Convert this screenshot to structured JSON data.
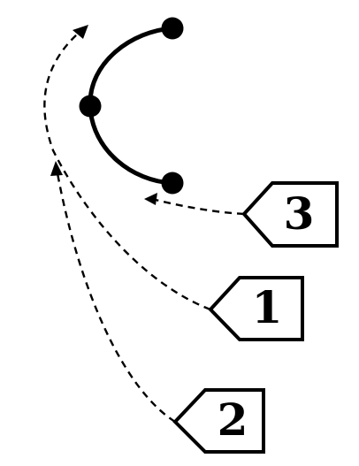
{
  "callouts": [
    {
      "id": "3",
      "text": "3"
    },
    {
      "id": "1",
      "text": "1"
    },
    {
      "id": "2",
      "text": "2"
    }
  ],
  "colors": {
    "ink": "#000000",
    "background": "#ffffff"
  },
  "nodes": [
    {
      "id": "top-end"
    },
    {
      "id": "middle"
    },
    {
      "id": "bottom-end"
    }
  ],
  "arrows": [
    {
      "from": "callout-3",
      "to": "bottom-end"
    },
    {
      "from": "callout-1",
      "to": "upper-left-open"
    },
    {
      "from": "callout-2",
      "to": "middle-left-open"
    }
  ]
}
